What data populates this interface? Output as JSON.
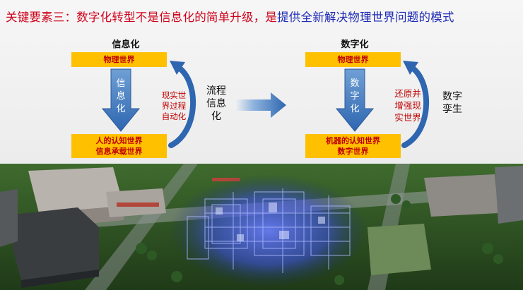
{
  "title": {
    "prefix": "关键要素三：数字化转型不是信息化的简单升级，是",
    "emphasis": "提供全新解决物理世界问题的模式"
  },
  "left": {
    "heading": "信息化",
    "top_box": "物理世界",
    "bottom_box_line1": "人的认知世界",
    "bottom_box_line2": "信息承载世界",
    "arrow_text": [
      "信",
      "息",
      "化"
    ],
    "side_note": [
      "现实世",
      "界过程",
      "自动化"
    ]
  },
  "middle": {
    "label": [
      "流程",
      "信息",
      "化"
    ]
  },
  "right": {
    "heading": "数字化",
    "top_box": "物理世界",
    "bottom_box_line1": "机器的认知世界",
    "bottom_box_line2": "数字世界",
    "arrow_text": [
      "数",
      "字",
      "化"
    ],
    "side_note": [
      "还原并",
      "增强现",
      "实世界"
    ],
    "twin_label": [
      "数字",
      "孪生"
    ]
  },
  "colors": {
    "title_red": "#d0021b",
    "title_blue": "#1f2bb5",
    "box_fill": "#ffc000",
    "box_text": "#c00000",
    "arrow_blue": "#2e75b6"
  }
}
